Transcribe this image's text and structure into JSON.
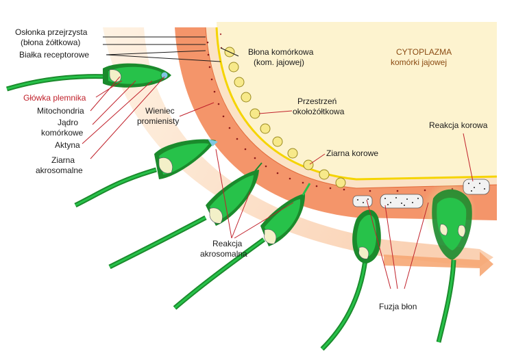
{
  "labels": {
    "oslonka_line1": "Osłonka przejrzysta",
    "oslonka_line2": "(błona żółtkowa)",
    "bialka": "Białka receptorowe",
    "glowka": "Główka plemnika",
    "mitochondria": "Mitochondria",
    "jadro_line1": "Jądro",
    "jadro_line2": "komórkowe",
    "aktyna": "Aktyna",
    "ziarna_akro_line1": "Ziarna",
    "ziarna_akro_line2": "akrosomalne",
    "wieniec_line1": "Wieniec",
    "wieniec_line2": "promienisty",
    "blona_line1": "Błona komórkowa",
    "blona_line2": "(kom. jajowej)",
    "cytoplazma_line1": "CYTOPLAZMA",
    "cytoplazma_line2": "komórki jajowej",
    "przestrzen_line1": "Przestrzeń",
    "przestrzen_line2": "okołożółtkowa",
    "ziarna_korowe": "Ziarna korowe",
    "reakcja_korowa": "Reakcja korowa",
    "reakcja_akro_line1": "Reakcja",
    "reakcja_akro_line2": "akrosomalna",
    "fuzja": "Fuzja błon"
  },
  "colors": {
    "cytoplasm": "#fdf3cf",
    "zona": "#f4956a",
    "corona": "#fde3c8",
    "membrane": "#f5d400",
    "sperm_outer": "#1b8a2c",
    "sperm_inner": "#27c24a",
    "cortical_granule": "#f7e98a",
    "label_red": "#c0202a",
    "label_brown": "#8a4a12"
  }
}
